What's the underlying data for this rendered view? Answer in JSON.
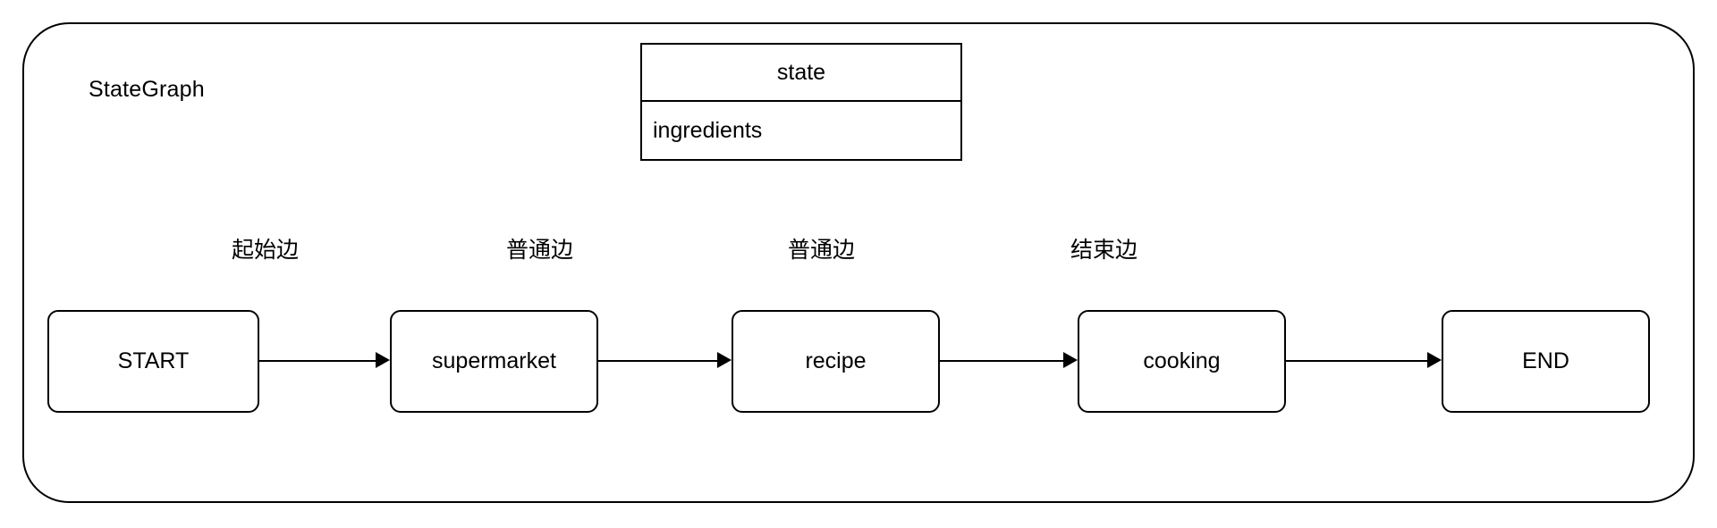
{
  "diagram": {
    "container": {
      "label": "StateGraph"
    },
    "state_table": {
      "header": "state",
      "fields": [
        "ingredients"
      ]
    },
    "nodes": [
      {
        "id": "start",
        "label": "START"
      },
      {
        "id": "supermarket",
        "label": "supermarket"
      },
      {
        "id": "recipe",
        "label": "recipe"
      },
      {
        "id": "cooking",
        "label": "cooking"
      },
      {
        "id": "end",
        "label": "END"
      }
    ],
    "edges": [
      {
        "from": "start",
        "to": "supermarket",
        "label": "起始边"
      },
      {
        "from": "supermarket",
        "to": "recipe",
        "label": "普通边"
      },
      {
        "from": "recipe",
        "to": "cooking",
        "label": "普通边"
      },
      {
        "from": "cooking",
        "to": "end",
        "label": "结束边"
      }
    ],
    "colors": {
      "stroke": "#000000",
      "fill": "#ffffff",
      "text": "#000000"
    }
  }
}
